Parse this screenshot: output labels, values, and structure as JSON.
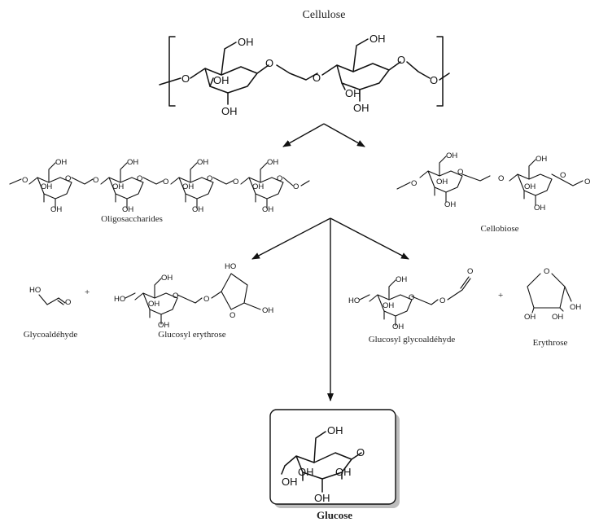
{
  "title": "Cellulose",
  "products": {
    "oligosaccharides": "Oligosaccharides",
    "cellobiose": "Cellobiose",
    "glycoaldehyde": "Glycoaldéhyde",
    "glucosyl_erythrose": "Glucosyl erythrose",
    "glucosyl_glycoaldehyde": "Glucosyl glycoaldéhyde",
    "erythrose": "Erythrose",
    "glucose": "Glucose"
  },
  "plus_sign": "+",
  "atoms": {
    "oh": "OH",
    "ho": "HO",
    "o": "O"
  }
}
